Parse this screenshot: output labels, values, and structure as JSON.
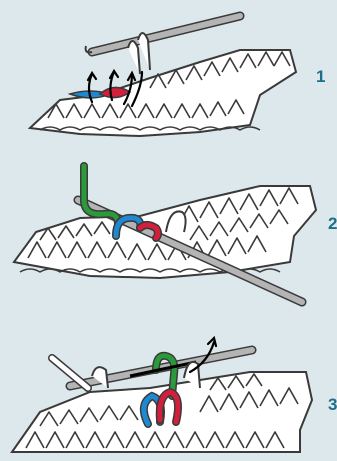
{
  "colors": {
    "background": "#dde8ec",
    "outline": "#3a3a3a",
    "stitch_fill": "#ffffff",
    "hook": "#b4b4b4",
    "loop_blue": "#1e88d0",
    "loop_red": "#d41f3c",
    "loop_green": "#2a9a3a",
    "number": "#1d6e87",
    "arrow": "#000000"
  },
  "steps": [
    {
      "label": "1",
      "icons": [
        "crochet-hook-icon",
        "up-arrow-icon"
      ]
    },
    {
      "label": "2",
      "icons": [
        "crochet-hook-icon"
      ]
    },
    {
      "label": "3",
      "icons": [
        "crochet-hook-icon",
        "pull-through-arrow-icon"
      ]
    }
  ]
}
